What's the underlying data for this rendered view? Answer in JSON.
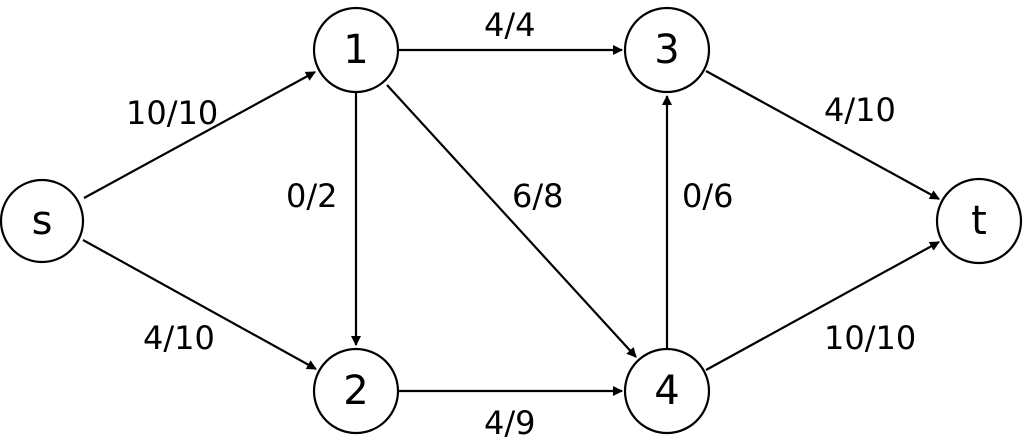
{
  "graph": {
    "nodes": [
      {
        "id": "s",
        "label": "s"
      },
      {
        "id": "1",
        "label": "1"
      },
      {
        "id": "2",
        "label": "2"
      },
      {
        "id": "3",
        "label": "3"
      },
      {
        "id": "4",
        "label": "4"
      },
      {
        "id": "t",
        "label": "t"
      }
    ],
    "edges": [
      {
        "from": "s",
        "to": "1",
        "label": "10/10"
      },
      {
        "from": "s",
        "to": "2",
        "label": "4/10"
      },
      {
        "from": "1",
        "to": "3",
        "label": "4/4"
      },
      {
        "from": "1",
        "to": "2",
        "label": "0/2"
      },
      {
        "from": "1",
        "to": "4",
        "label": "6/8"
      },
      {
        "from": "2",
        "to": "4",
        "label": "4/9"
      },
      {
        "from": "4",
        "to": "3",
        "label": "0/6"
      },
      {
        "from": "3",
        "to": "t",
        "label": "4/10"
      },
      {
        "from": "4",
        "to": "t",
        "label": "10/10"
      }
    ]
  }
}
